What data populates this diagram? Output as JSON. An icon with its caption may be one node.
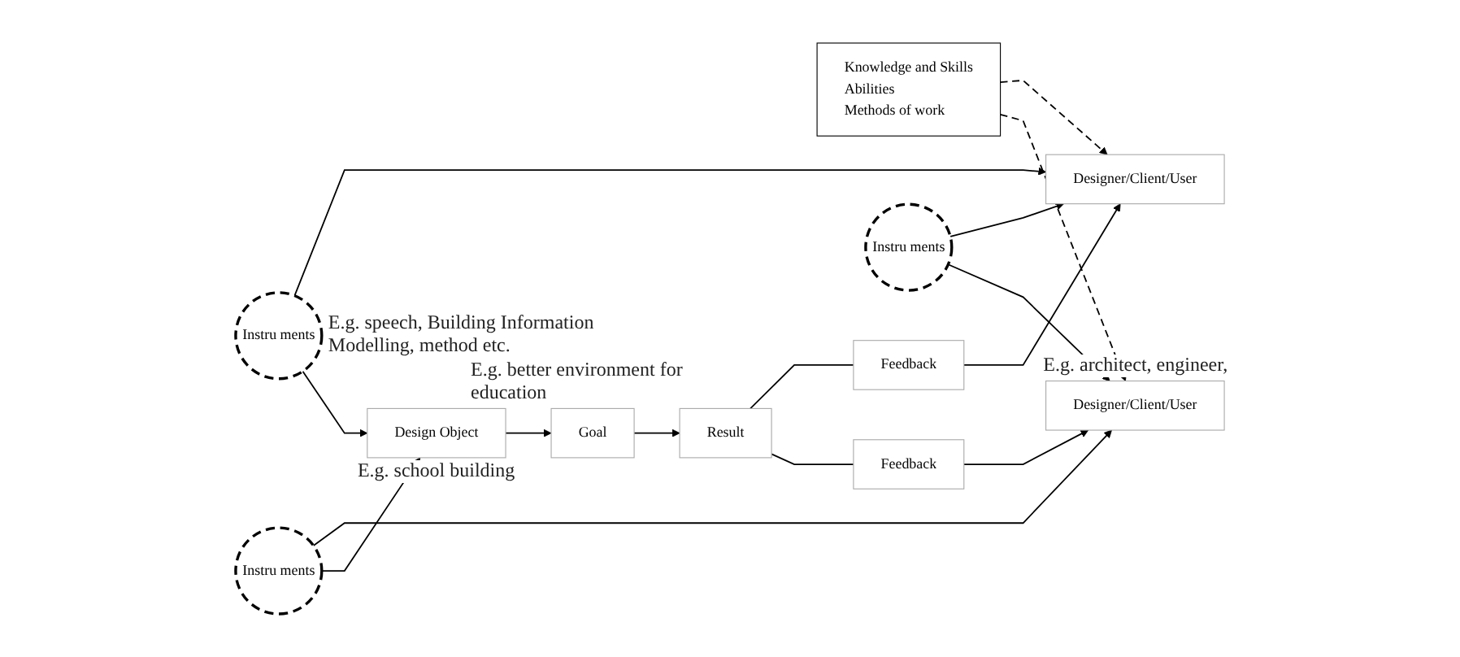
{
  "diagram": {
    "nodes": [
      {
        "text": [
          "Knowledge and Skills",
          "Abilities",
          "Methods of work"
        ]
      },
      {
        "text": [
          "Designer/Client/User"
        ]
      },
      {
        "text": [
          "Feedback"
        ]
      },
      {
        "text": [
          "Instru ments"
        ]
      },
      {
        "text": [
          "Instru ments"
        ],
        "beside": [
          "E.g. speech, Building Information Modelling, method etc."
        ]
      },
      {
        "text": [
          "Designer/Client/User"
        ],
        "beside": [
          "E.g. architect, engineer,"
        ]
      },
      {
        "text": [
          "Instru ments"
        ]
      },
      {
        "text": [
          "Design Object"
        ],
        "beside": [
          "E.g. school building"
        ]
      },
      {
        "text": [
          "Goal"
        ],
        "beside": [
          "E.g. better environment for education"
        ]
      },
      {
        "text": [
          "Result"
        ]
      },
      {
        "text": [
          "Feedback"
        ]
      }
    ],
    "edges": [
      {
        "from": 0,
        "to": 1,
        "arrow": "to",
        "style": "dashed"
      },
      {
        "from": 0,
        "to": 5,
        "arrow": "to",
        "style": "dashed"
      },
      {
        "from": 3,
        "to": 1,
        "arrow": "to"
      },
      {
        "from": 4,
        "to": 1,
        "arrow": "to"
      },
      {
        "from": 3,
        "to": 5,
        "arrow": "to"
      },
      {
        "from": 4,
        "to": 7,
        "arrow": "to"
      },
      {
        "from": 6,
        "to": 5,
        "arrow": "to"
      },
      {
        "from": 6,
        "to": 7,
        "arrow": "to"
      },
      {
        "from": 7,
        "to": 8,
        "arrow": "to"
      },
      {
        "from": 8,
        "to": 9,
        "arrow": "to"
      },
      {
        "from": 9,
        "to": 2,
        "arrow": "none"
      },
      {
        "from": 2,
        "to": 1,
        "arrow": "to"
      },
      {
        "from": 9,
        "to": 10,
        "arrow": "none"
      },
      {
        "from": 10,
        "to": 5,
        "arrow": "to"
      }
    ]
  }
}
